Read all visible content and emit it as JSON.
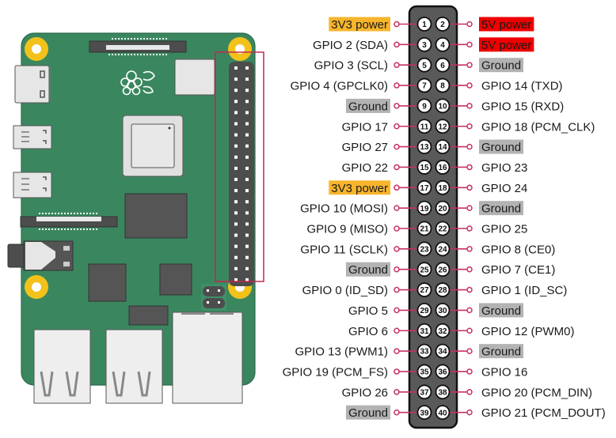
{
  "title": "Raspberry Pi GPIO pinout",
  "colors": {
    "power_3v3": "#f7b52c",
    "power_5v": "#ee0000",
    "ground": "#b3b3b3",
    "connector_line": "#c7325f",
    "header_body": "#595959",
    "board_green": "#3a875f",
    "mount_hole": "#f2c21b",
    "highlight_box": "#c0284f"
  },
  "pins": [
    {
      "num": 1,
      "label": "3V3 power",
      "type": "power_3v3"
    },
    {
      "num": 2,
      "label": "5V power",
      "type": "power_5v"
    },
    {
      "num": 3,
      "label": "GPIO 2 (SDA)",
      "type": "gpio"
    },
    {
      "num": 4,
      "label": "5V power",
      "type": "power_5v"
    },
    {
      "num": 5,
      "label": "GPIO 3 (SCL)",
      "type": "gpio"
    },
    {
      "num": 6,
      "label": "Ground",
      "type": "ground"
    },
    {
      "num": 7,
      "label": "GPIO 4 (GPCLK0)",
      "type": "gpio"
    },
    {
      "num": 8,
      "label": "GPIO 14 (TXD)",
      "type": "gpio"
    },
    {
      "num": 9,
      "label": "Ground",
      "type": "ground"
    },
    {
      "num": 10,
      "label": "GPIO 15 (RXD)",
      "type": "gpio"
    },
    {
      "num": 11,
      "label": "GPIO 17",
      "type": "gpio"
    },
    {
      "num": 12,
      "label": "GPIO 18 (PCM_CLK)",
      "type": "gpio"
    },
    {
      "num": 13,
      "label": "GPIO 27",
      "type": "gpio"
    },
    {
      "num": 14,
      "label": "Ground",
      "type": "ground"
    },
    {
      "num": 15,
      "label": "GPIO 22",
      "type": "gpio"
    },
    {
      "num": 16,
      "label": "GPIO 23",
      "type": "gpio"
    },
    {
      "num": 17,
      "label": "3V3 power",
      "type": "power_3v3"
    },
    {
      "num": 18,
      "label": "GPIO 24",
      "type": "gpio"
    },
    {
      "num": 19,
      "label": "GPIO 10 (MOSI)",
      "type": "gpio"
    },
    {
      "num": 20,
      "label": "Ground",
      "type": "ground"
    },
    {
      "num": 21,
      "label": "GPIO 9 (MISO)",
      "type": "gpio"
    },
    {
      "num": 22,
      "label": "GPIO 25",
      "type": "gpio"
    },
    {
      "num": 23,
      "label": "GPIO 11 (SCLK)",
      "type": "gpio"
    },
    {
      "num": 24,
      "label": "GPIO 8 (CE0)",
      "type": "gpio"
    },
    {
      "num": 25,
      "label": "Ground",
      "type": "ground"
    },
    {
      "num": 26,
      "label": "GPIO 7 (CE1)",
      "type": "gpio"
    },
    {
      "num": 27,
      "label": "GPIO 0 (ID_SD)",
      "type": "gpio"
    },
    {
      "num": 28,
      "label": "GPIO 1 (ID_SC)",
      "type": "gpio"
    },
    {
      "num": 29,
      "label": "GPIO 5",
      "type": "gpio"
    },
    {
      "num": 30,
      "label": "Ground",
      "type": "ground"
    },
    {
      "num": 31,
      "label": "GPIO 6",
      "type": "gpio"
    },
    {
      "num": 32,
      "label": "GPIO 12 (PWM0)",
      "type": "gpio"
    },
    {
      "num": 33,
      "label": "GPIO 13 (PWM1)",
      "type": "gpio"
    },
    {
      "num": 34,
      "label": "Ground",
      "type": "ground"
    },
    {
      "num": 35,
      "label": "GPIO 19 (PCM_FS)",
      "type": "gpio"
    },
    {
      "num": 36,
      "label": "GPIO 16",
      "type": "gpio"
    },
    {
      "num": 37,
      "label": "GPIO 26",
      "type": "gpio"
    },
    {
      "num": 38,
      "label": "GPIO 20 (PCM_DIN)",
      "type": "gpio"
    },
    {
      "num": 39,
      "label": "Ground",
      "type": "ground"
    },
    {
      "num": 40,
      "label": "GPIO 21 (PCM_DOUT)",
      "type": "gpio"
    }
  ]
}
